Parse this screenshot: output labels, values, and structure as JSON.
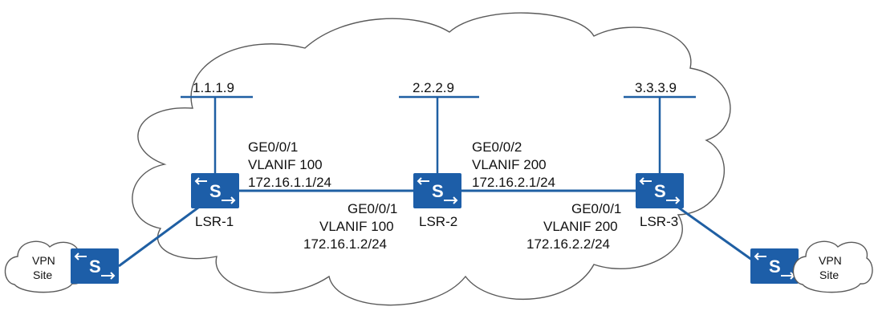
{
  "colors": {
    "link": "#1f5fa3",
    "switch": "#1d5ea8",
    "cloud_outline": "#5a5a5a"
  },
  "routers": [
    {
      "name": "LSR-1",
      "loopback": "1.1.1.9",
      "icon": "switch-icon"
    },
    {
      "name": "LSR-2",
      "loopback": "2.2.2.9",
      "icon": "switch-icon"
    },
    {
      "name": "LSR-3",
      "loopback": "3.3.3.9",
      "icon": "switch-icon"
    }
  ],
  "interfaces": {
    "lsr1": [
      "GE0/0/1",
      "VLANIF 100",
      "172.16.1.1/24"
    ],
    "lsr2_left": [
      "GE0/0/1",
      "VLANIF 100",
      "172.16.1.2/24"
    ],
    "lsr2_right": [
      "GE0/0/2",
      "VLANIF 200",
      "172.16.2.1/24"
    ],
    "lsr3": [
      "GE0/0/1",
      "VLANIF 200",
      "172.16.2.2/24"
    ]
  },
  "sites": {
    "left": [
      "VPN",
      "Site"
    ],
    "right": [
      "VPN",
      "Site"
    ]
  }
}
